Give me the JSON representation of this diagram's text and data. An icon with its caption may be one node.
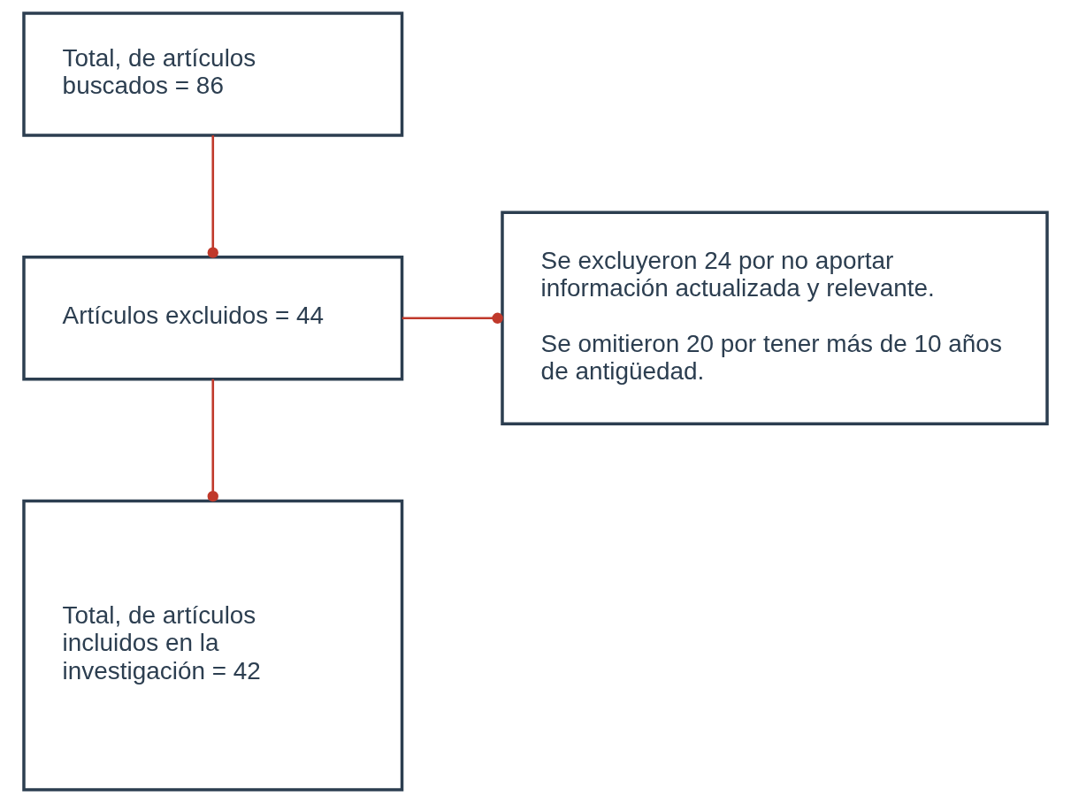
{
  "diagram": {
    "nodes": [
      {
        "text": [
          "Total, de artículos buscados = 86"
        ]
      },
      {
        "text": [
          "Artículos excluidos = 44"
        ]
      },
      {
        "text": [
          "Se excluyeron 24 por no aportar información actualizada y relevante.",
          "Se omitieron 20 por tener más de 10 años de antigüedad."
        ]
      },
      {
        "text": [
          "Total, de artículos incluidos en la investigación = 42"
        ]
      }
    ],
    "edges": [
      {
        "from": 0,
        "to": 1,
        "arrow": "other"
      },
      {
        "from": 1,
        "to": 2,
        "arrow": "other"
      },
      {
        "from": 1,
        "to": 3,
        "arrow": "other"
      }
    ]
  }
}
